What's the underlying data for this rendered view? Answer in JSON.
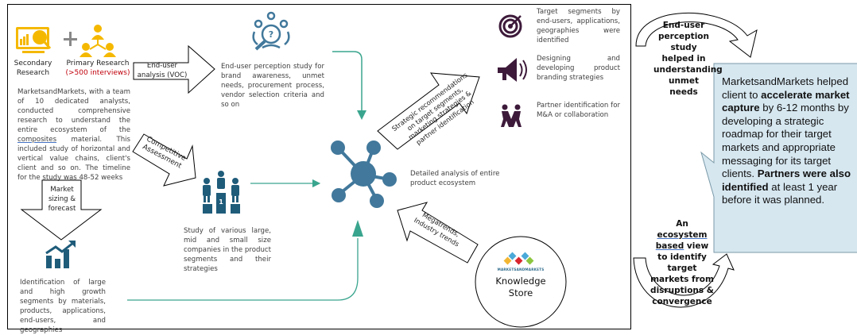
{
  "diagram": {
    "sources": {
      "secondary_research": "Secondary Research",
      "primary_research": "Primary Research",
      "primary_research_note": "(>500 interviews)",
      "plus_sign": "+",
      "intro_text_parts": [
        "MarketsandMarkets, with a team of 10 dedicated analysts, conducted comprehensive research to understand the entire ecosystem of the ",
        "composites",
        " material. This included study of horizontal and vertical value chains, client's client and so on. The timeline for the study was 48-52 weeks"
      ]
    },
    "arrows": {
      "end_user_analysis": "End-user analysis (VOC)",
      "competitive_assessment": "Competitive Assessment",
      "market_sizing": "Market sizing & forecast",
      "strategic_recommendations": "Strategic recommendations on target segments, marketing strategies & partner identification",
      "megatrends": "Megatrends, Industry trends"
    },
    "nodes": {
      "end_user_perception": "End-user perception study for brand awareness, unmet needs, procurement process, vendor selection criteria and so on",
      "competitor_study": "Study of various large, mid and small size companies in the product segments and their strategies",
      "growth_segments": "Identification of large and high growth segments by materials, products, applications, end-users, and geographies",
      "ecosystem_analysis": "Detailed analysis of entire product ecosystem",
      "knowledge_store_brand": "MARKETSANDMARKETS",
      "knowledge_store": "Knowledge Store"
    },
    "outcomes": [
      {
        "icon": "target-icon",
        "text": "Target segments by end-users, applications, geographies were identified"
      },
      {
        "icon": "megaphone-icon",
        "text": "Designing and developing product branding strategies"
      },
      {
        "icon": "handshake-icon",
        "text": "Partner identification for M&A or collaboration"
      }
    ],
    "side": {
      "top_curve_text": "End-user perception study helped in understanding unmet needs",
      "bottom_curve_text_parts": [
        "An ",
        "ecosystem based",
        " view to identify target markets from disruptions & convergence"
      ],
      "callout": {
        "p1": "MarketsandMarkets helped client to ",
        "p1_bold": "accelerate market capture",
        "p2": " by 6-12 months by developing a strategic roadmap for their target markets and appropriate messaging for its target clients. ",
        "p2_bold": "Partners were also identified",
        "p3": " at least 1 year before it was planned."
      }
    },
    "colors": {
      "research_yellow": "#f5b800",
      "icon_blue": "#1f5c7a",
      "hub_blue": "#41789b",
      "teal": "#3aa58e",
      "purple": "#3d1a3a",
      "callout_fill": "#d6e7f0",
      "note_red": "#c0000b"
    }
  }
}
